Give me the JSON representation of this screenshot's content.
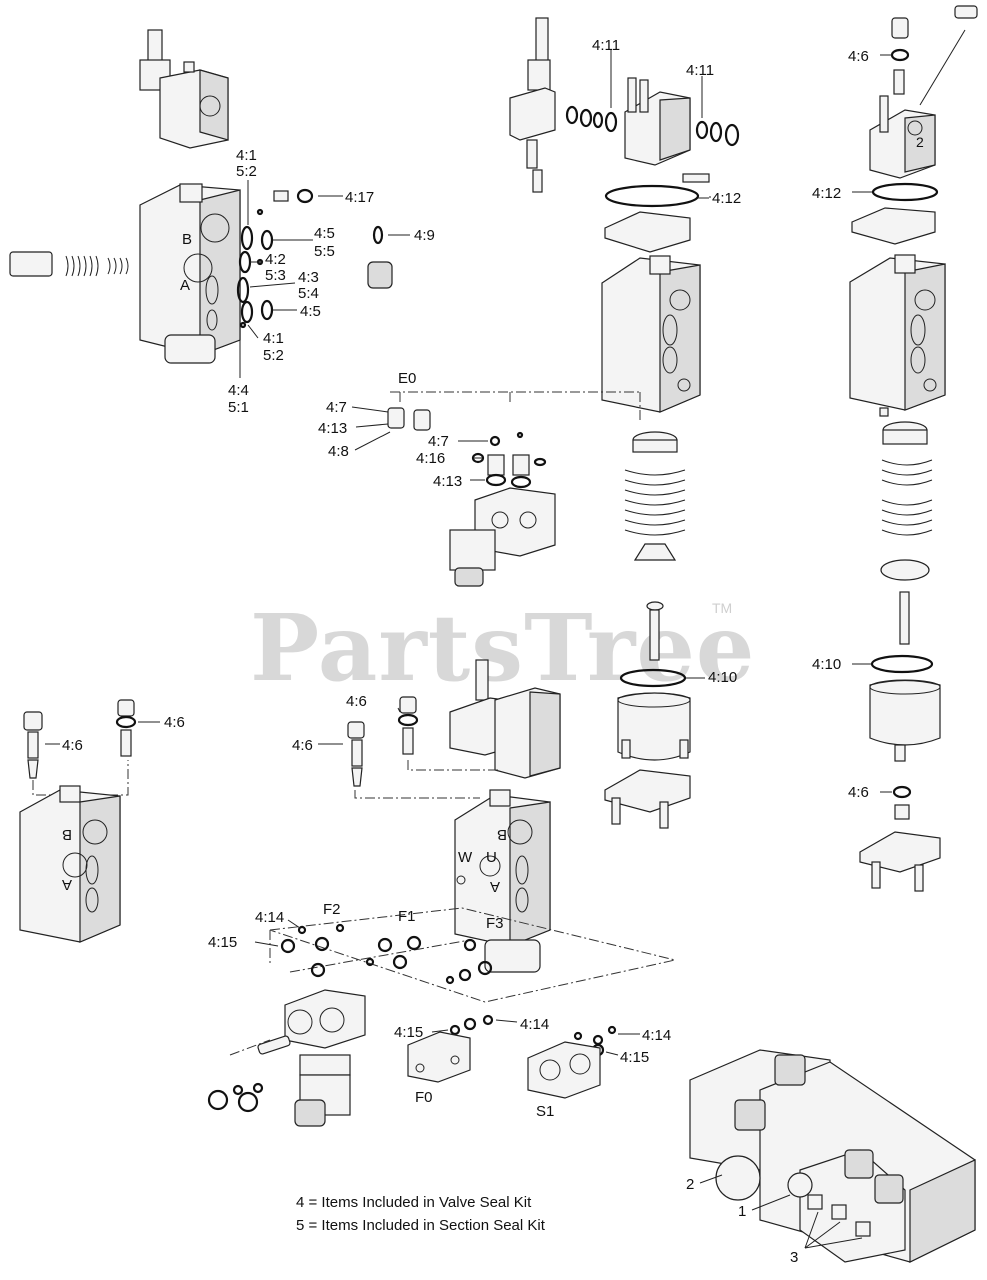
{
  "watermark": {
    "text": "PartsTree",
    "trademark": "TM"
  },
  "legend": [
    "4 = Items Included in Valve Seal Kit",
    "5 = Items Included in Section Seal Kit"
  ],
  "callouts": {
    "c4_1_top": "4:1",
    "c5_2_top": "5:2",
    "c4_17": "4:17",
    "c4_5_a": "4:5",
    "c5_5": "5:5",
    "c4_2": "4:2",
    "c5_3": "5:3",
    "c4_3": "4:3",
    "c5_4": "5:4",
    "c4_5_b": "4:5",
    "c4_1_bot": "4:1",
    "c5_2_bot": "5:2",
    "c4_4": "4:4",
    "c5_1": "5:1",
    "c4_9": "4:9",
    "port_b_1": "B",
    "port_a_1": "A",
    "c4_11_a": "4:11",
    "c4_11_b": "4:11",
    "c4_12_a": "4:12",
    "c4_6_tr": "4:6",
    "c4_12_r": "4:12",
    "c2_small": "2",
    "e0": "E0",
    "c4_7_a": "4:7",
    "c4_13_a": "4:13",
    "c4_8": "4:8",
    "c4_7_b": "4:7",
    "c4_16": "4:16",
    "c4_13_b": "4:13",
    "c4_10_a": "4:10",
    "c4_10_r": "4:10",
    "c4_6_r2": "4:6",
    "c4_6_l1": "4:6",
    "c4_6_l2": "4:6",
    "port_b_2": "B",
    "port_a_2": "A",
    "c4_6_m1": "4:6",
    "c4_6_m2": "4:6",
    "port_b_3": "B",
    "port_w": "W",
    "port_u": "U",
    "port_a_3": "A",
    "c4_14_a": "4:14",
    "f2": "F2",
    "f1": "F1",
    "c4_15_a": "4:15",
    "f3": "F3",
    "c4_15_b": "4:15",
    "c4_14_b": "4:14",
    "c4_14_c": "4:14",
    "c4_15_c": "4:15",
    "f0": "F0",
    "s1": "S1",
    "ref_2": "2",
    "ref_1": "1",
    "ref_3": "3"
  }
}
